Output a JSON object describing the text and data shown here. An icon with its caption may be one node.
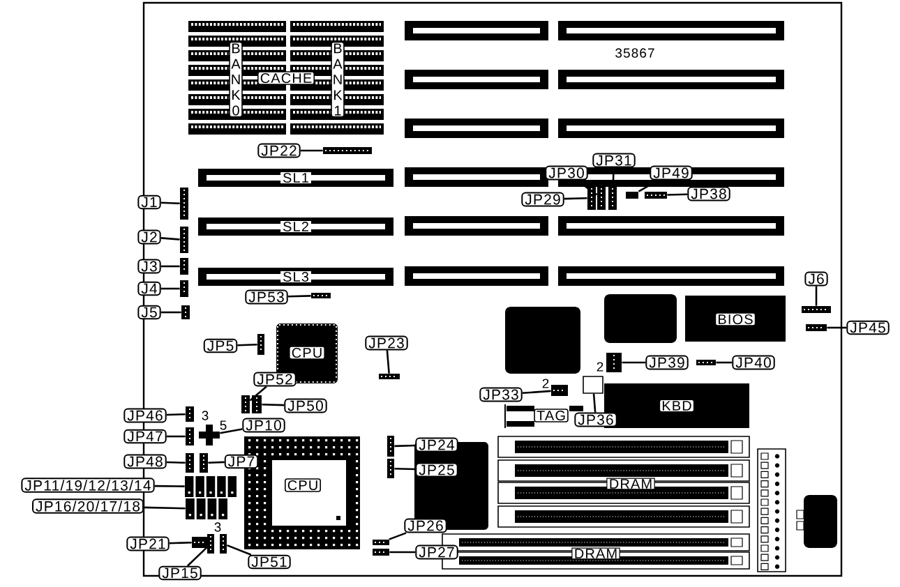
{
  "diagram": {
    "nodes": [
      {
        "text": [
          "B A N K 0"
        ]
      },
      {
        "text": [
          "CACHE"
        ]
      },
      {
        "text": [
          "B A N K 1"
        ]
      },
      {
        "text": [
          "SL1"
        ]
      },
      {
        "text": [
          "SL2"
        ]
      },
      {
        "text": [
          "SL3"
        ]
      },
      {
        "text": [
          "CPU"
        ]
      },
      {
        "text": [
          "BIOS"
        ]
      },
      {
        "text": [
          "TAG"
        ]
      },
      {
        "text": [
          "KBD"
        ]
      },
      {
        "text": [
          "CPU"
        ]
      },
      {
        "text": [
          "DRAM"
        ]
      },
      {
        "text": [
          "DRAM"
        ]
      },
      {
        "text": [
          "J1"
        ]
      },
      {
        "text": [],
        "shape": "box"
      },
      {
        "text": [
          "J2"
        ]
      },
      {
        "text": [],
        "shape": "box"
      },
      {
        "text": [
          "J3"
        ]
      },
      {
        "text": [],
        "shape": "box"
      },
      {
        "text": [
          "J4"
        ]
      },
      {
        "text": [],
        "shape": "box"
      },
      {
        "text": [
          "J5"
        ]
      },
      {
        "text": [],
        "shape": "box"
      },
      {
        "text": [
          "JP22"
        ]
      },
      {
        "text": [],
        "shape": "box"
      },
      {
        "text": [
          "JP53"
        ]
      },
      {
        "text": [],
        "shape": "box"
      },
      {
        "text": [
          "JP29"
        ]
      },
      {
        "text": [],
        "shape": "box"
      },
      {
        "text": [
          "JP30"
        ]
      },
      {
        "text": [],
        "shape": "box"
      },
      {
        "text": [
          "JP31"
        ]
      },
      {
        "text": [],
        "shape": "box"
      },
      {
        "text": [
          "JP49"
        ]
      },
      {
        "text": [],
        "shape": "box"
      },
      {
        "text": [
          "JP38"
        ]
      },
      {
        "text": [],
        "shape": "box"
      },
      {
        "text": [
          "J6"
        ]
      },
      {
        "text": [],
        "shape": "box"
      },
      {
        "text": [
          "JP45"
        ]
      },
      {
        "text": [],
        "shape": "box"
      },
      {
        "text": [
          "JP5"
        ]
      },
      {
        "text": [],
        "shape": "box"
      },
      {
        "text": [
          "JP23"
        ]
      },
      {
        "text": [],
        "shape": "box"
      },
      {
        "text": [
          "JP52"
        ]
      },
      {
        "text": [],
        "shape": "box"
      },
      {
        "text": [
          "JP50"
        ]
      },
      {
        "text": [],
        "shape": "box"
      },
      {
        "text": [
          "JP39"
        ]
      },
      {
        "text": [],
        "shape": "box"
      },
      {
        "text": [
          "JP40"
        ]
      },
      {
        "text": [],
        "shape": "box"
      },
      {
        "text": [
          "JP33"
        ]
      },
      {
        "text": [],
        "shape": "box"
      },
      {
        "text": [
          "JP36"
        ]
      },
      {
        "text": [],
        "shape": "square"
      },
      {
        "text": [
          "JP46"
        ]
      },
      {
        "text": [],
        "shape": "box"
      },
      {
        "text": [
          "JP47"
        ]
      },
      {
        "text": [],
        "shape": "box"
      },
      {
        "text": [
          "JP10"
        ]
      },
      {
        "text": [],
        "shape": "cross"
      },
      {
        "text": [
          "JP48"
        ]
      },
      {
        "text": [],
        "shape": "box"
      },
      {
        "text": [
          "JP7"
        ]
      },
      {
        "text": [],
        "shape": "box"
      },
      {
        "text": [
          "JP11/19/12/13/14"
        ]
      },
      {
        "text": [],
        "shape": "box"
      },
      {
        "text": [
          "JP16/20/17/18"
        ]
      },
      {
        "text": [],
        "shape": "box"
      },
      {
        "text": [
          "JP24"
        ]
      },
      {
        "text": [],
        "shape": "box"
      },
      {
        "text": [
          "JP25"
        ]
      },
      {
        "text": [],
        "shape": "box"
      },
      {
        "text": [
          "JP26"
        ]
      },
      {
        "text": [],
        "shape": "box"
      },
      {
        "text": [
          "JP27"
        ]
      },
      {
        "text": [],
        "shape": "box"
      },
      {
        "text": [
          "JP21"
        ]
      },
      {
        "text": [],
        "shape": "box"
      },
      {
        "text": [
          "JP51"
        ]
      },
      {
        "text": [],
        "shape": "box"
      },
      {
        "text": [
          "JP15"
        ]
      },
      {
        "text": [],
        "shape": "box"
      }
    ],
    "edges": [
      {
        "from": 13,
        "to": 14,
        "arrow": "none"
      },
      {
        "from": 15,
        "to": 16,
        "arrow": "none"
      },
      {
        "from": 17,
        "to": 18,
        "arrow": "none"
      },
      {
        "from": 19,
        "to": 20,
        "arrow": "none"
      },
      {
        "from": 21,
        "to": 22,
        "arrow": "none"
      },
      {
        "from": 23,
        "to": 24,
        "arrow": "none"
      },
      {
        "from": 25,
        "to": 26,
        "arrow": "none"
      },
      {
        "from": 27,
        "to": 28,
        "arrow": "none"
      },
      {
        "from": 29,
        "to": 30,
        "arrow": "none"
      },
      {
        "from": 31,
        "to": 32,
        "arrow": "none"
      },
      {
        "from": 33,
        "to": 34,
        "arrow": "none"
      },
      {
        "from": 35,
        "to": 36,
        "arrow": "none"
      },
      {
        "from": 37,
        "to": 38,
        "arrow": "none"
      },
      {
        "from": 39,
        "to": 40,
        "arrow": "none"
      },
      {
        "from": 41,
        "to": 42,
        "arrow": "none"
      },
      {
        "from": 43,
        "to": 44,
        "arrow": "none"
      },
      {
        "from": 45,
        "to": 46,
        "arrow": "none"
      },
      {
        "from": 47,
        "to": 48,
        "arrow": "none"
      },
      {
        "from": 49,
        "to": 50,
        "arrow": "none"
      },
      {
        "from": 51,
        "to": 52,
        "arrow": "none"
      },
      {
        "from": 53,
        "to": 54,
        "arrow": "none"
      },
      {
        "from": 55,
        "to": 56,
        "arrow": "none"
      },
      {
        "from": 57,
        "to": 58,
        "arrow": "none"
      },
      {
        "from": 59,
        "to": 60,
        "arrow": "none"
      },
      {
        "from": 61,
        "to": 62,
        "arrow": "none"
      },
      {
        "from": 63,
        "to": 64,
        "arrow": "none"
      },
      {
        "from": 65,
        "to": 66,
        "arrow": "none"
      },
      {
        "from": 67,
        "to": 68,
        "arrow": "none"
      },
      {
        "from": 69,
        "to": 70,
        "arrow": "none"
      },
      {
        "from": 71,
        "to": 72,
        "arrow": "none"
      },
      {
        "from": 73,
        "to": 74,
        "arrow": "none"
      },
      {
        "from": 75,
        "to": 76,
        "arrow": "none"
      },
      {
        "from": 77,
        "to": 78,
        "arrow": "none"
      },
      {
        "from": 79,
        "to": 80,
        "arrow": "none"
      },
      {
        "from": 81,
        "to": 82,
        "arrow": "none"
      },
      {
        "from": 83,
        "to": 84,
        "arrow": "none"
      }
    ],
    "labels": [
      "35867",
      "2",
      "2",
      "3",
      "5",
      "3"
    ]
  }
}
